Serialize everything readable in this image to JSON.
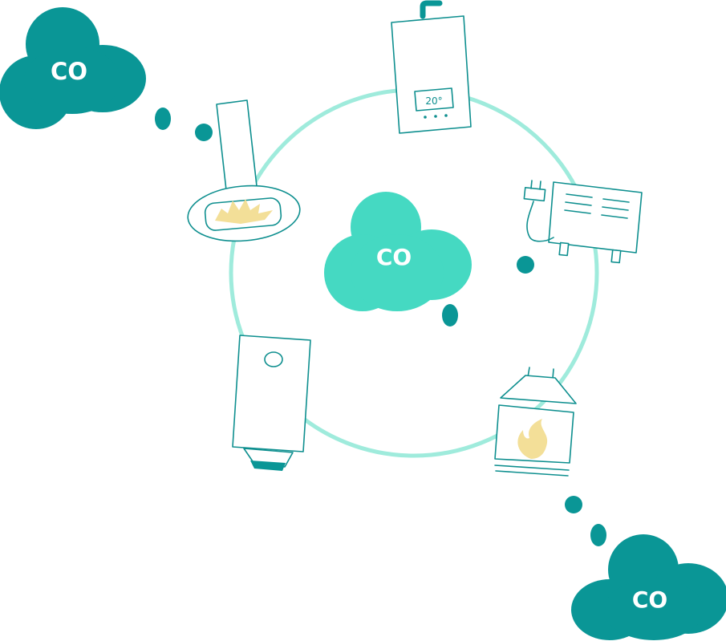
{
  "clouds": {
    "top_left": {
      "label": "CO"
    },
    "center": {
      "label": "CO"
    },
    "bottom_right": {
      "label": "CO"
    }
  },
  "boiler": {
    "display": "20°"
  },
  "colors": {
    "dark_teal": "#0a9696",
    "center_teal": "#45d9c2",
    "ring": "#8ee8d6",
    "line": "#0e8f8f",
    "flame": "#f3df98"
  },
  "icons": [
    "co-cloud-icon",
    "boiler-icon",
    "electric-heater-icon",
    "fireplace-icon",
    "water-heater-icon",
    "gas-stove-icon"
  ]
}
